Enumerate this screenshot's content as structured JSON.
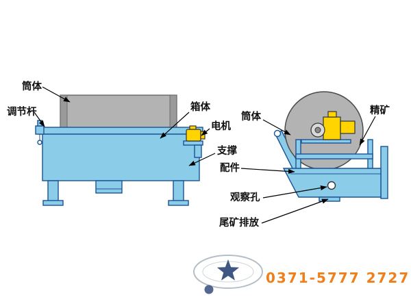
{
  "labels": {
    "drum_left": "筒体",
    "adjust_rod": "调节杆",
    "box_body": "箱体",
    "motor": "电机",
    "support": "支撑",
    "drum_right": "筒体",
    "concentrate": "精矿",
    "parts": "配件",
    "observation_hole": "观察孔",
    "tailings_discharge": "尾矿排放"
  },
  "watermark": {
    "phone": "0371-5777 2727"
  },
  "colors": {
    "tank_blue": "#8BCDE9",
    "outline_blue": "#1A5296",
    "drum_gray": "#B3B3B3",
    "drum_gray_dark": "#979797",
    "motor_yellow": "#FFD400",
    "phone_orange": "#EF7F1A",
    "logo_navy": "#1E3A6E"
  }
}
